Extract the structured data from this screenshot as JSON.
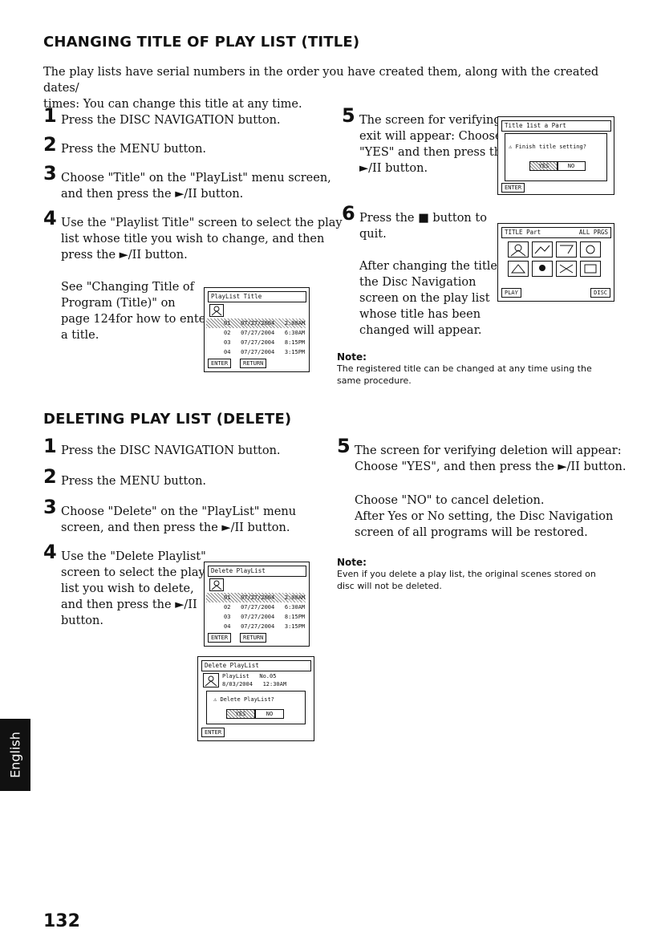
{
  "section1": {
    "heading": "CHANGING TITLE OF PLAY LIST (TITLE)",
    "intro_l1": "The play lists have serial numbers in the order you have created them, along with the created dates/",
    "intro_l2": "times: You can change this title at any time.",
    "steps": [
      {
        "num": "1",
        "l1": "Press the DISC NAVIGATION button."
      },
      {
        "num": "2",
        "l1": "Press the MENU button."
      },
      {
        "num": "3",
        "l1": "Choose \"Title\" on the \"PlayList\" menu screen,",
        "l2": "and then press the ►/II button."
      },
      {
        "num": "4",
        "l1": "Use the \"Playlist Title\" screen to select the play",
        "l2": "list whose title you wish to change, and then",
        "l3": "press the ►/II button."
      },
      {
        "num": "5",
        "l1": "The screen for verifying",
        "l2": "exit will appear: Choose",
        "l3": "\"YES\" and then press the",
        "l4": "►/II button."
      },
      {
        "num": "6",
        "l1": "Press the ■ button to",
        "l2": "quit."
      }
    ],
    "see_l1": "See \"Changing Title of",
    "see_l2": "Program (Title)\" on",
    "see_l3": "page 124for how to enter",
    "see_l4": "a title.",
    "after_l1": "After changing the title,",
    "after_l2": "the Disc Navigation",
    "after_l3": "screen on the play list",
    "after_l4": "whose title has been",
    "after_l5": "changed will appear.",
    "note_title": "Note:",
    "note_l1": "The registered title can be changed at any time using the",
    "note_l2": "same procedure.",
    "screen_playlist": {
      "title": "PlayList Title",
      "rows": [
        "01   07/27/2004   2:00AM",
        "02   07/27/2004   6:30AM",
        "03   07/27/2004   8:15PM",
        "04   07/27/2004   3:15PM"
      ],
      "btn_enter": "ENTER",
      "btn_return": "RETURN"
    },
    "screen_exit": {
      "title": "Title   1ist  a  Part",
      "message": "Finish title setting?",
      "yes": "YES",
      "no": "NO",
      "btn_enter": "ENTER"
    },
    "screen_nav": {
      "title": "TITLE  Part",
      "counter": "ALL PRGS",
      "play": "PLAY",
      "disc": "DISC"
    }
  },
  "section2": {
    "heading": "DELETING PLAY LIST (DELETE)",
    "steps": [
      {
        "num": "1",
        "l1": "Press the DISC NAVIGATION button."
      },
      {
        "num": "2",
        "l1": "Press the MENU button."
      },
      {
        "num": "3",
        "l1": "Choose \"Delete\" on the \"PlayList\" menu",
        "l2": "screen, and then press the ►/II button."
      },
      {
        "num": "4",
        "l1": "Use the \"Delete Playlist\"",
        "l2": "screen to select the play",
        "l3": "list you wish to delete,",
        "l4": "and then press the ►/II",
        "l5": "button."
      },
      {
        "num": "5",
        "l1": "The screen for verifying deletion will appear:",
        "l2": "Choose \"YES\", and then press the ►/II button."
      }
    ],
    "no_l1": "Choose \"NO\" to cancel deletion.",
    "no_l2": "After Yes or No setting, the Disc Navigation",
    "no_l3": "screen of all programs will be restored.",
    "note_title": "Note:",
    "note_l1": "Even if you delete a play list, the original scenes stored on",
    "note_l2": "disc will not be deleted.",
    "screen_delete_list": {
      "title": "Delete PlayList",
      "rows": [
        "01   07/27/2004   2:00AM",
        "02   07/27/2004   6:30AM",
        "03   07/27/2004   8:15PM",
        "04   07/27/2004   3:15PM"
      ],
      "btn_enter": "ENTER",
      "btn_return": "RETURN"
    },
    "screen_delete_confirm": {
      "title": "Delete PlayList",
      "info_l1": "PlayList   No.05",
      "info_l2": "8/03/2004   12:30AM",
      "message": "Delete PlayList?",
      "yes": "YES",
      "no": "NO",
      "btn_enter": "ENTER"
    }
  },
  "side_tab": "English",
  "page_number": "132",
  "icons": [
    "thumbnail-icon",
    "warning-icon"
  ]
}
